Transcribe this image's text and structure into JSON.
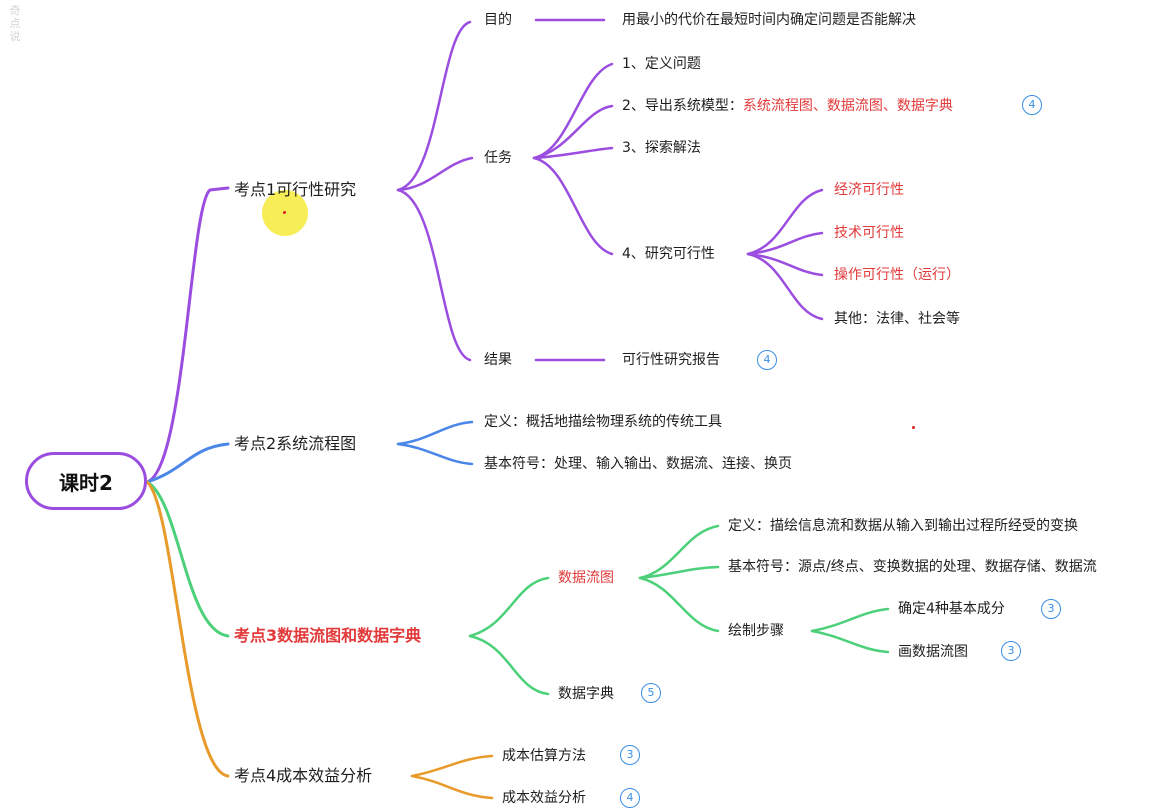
{
  "colors": {
    "purple": "#9b4de0",
    "blue": "#4a86e8",
    "green": "#4cd07a",
    "orange": "#e89a2a",
    "red_text": "#e23a3a",
    "badge": "#3a8ee6"
  },
  "root": {
    "label": "课时2"
  },
  "topic1": {
    "label": "考点1可行性研究",
    "purpose": {
      "label": "目的",
      "text": "用最小的代价在最短时间内确定问题是否能解决"
    },
    "tasks": {
      "label": "任务",
      "items": [
        {
          "text": "1、定义问题"
        },
        {
          "prefix": "2、导出系统模型：",
          "highlight": "系统流程图、数据流图、数据字典",
          "badge": "4"
        },
        {
          "text": "3、探索解法"
        },
        {
          "text": "4、研究可行性"
        }
      ],
      "feasibility": [
        "经济可行性",
        "技术可行性",
        "操作可行性（运行）",
        "其他：法律、社会等"
      ]
    },
    "result": {
      "label": "结果",
      "text": "可行性研究报告",
      "badge": "4"
    }
  },
  "topic2": {
    "label": "考点2系统流程图",
    "items": [
      "定义：概括地描绘物理系统的传统工具",
      "基本符号：处理、输入输出、数据流、连接、换页"
    ]
  },
  "topic3": {
    "label": "考点3数据流图和数据字典",
    "dfd": {
      "label": "数据流图",
      "definition": "定义：描绘信息流和数据从输入到输出过程所经受的变换",
      "symbols": "基本符号：源点/终点、变换数据的处理、数据存储、数据流",
      "steps": {
        "label": "绘制步骤",
        "items": [
          {
            "text": "确定4种基本成分",
            "badge": "3"
          },
          {
            "text": "画数据流图",
            "badge": "3"
          }
        ]
      }
    },
    "dictionary": {
      "label": "数据字典",
      "badge": "5"
    }
  },
  "topic4": {
    "label": "考点4成本效益分析",
    "items": [
      {
        "text": "成本估算方法",
        "badge": "3"
      },
      {
        "text": "成本效益分析",
        "badge": "4"
      }
    ]
  }
}
